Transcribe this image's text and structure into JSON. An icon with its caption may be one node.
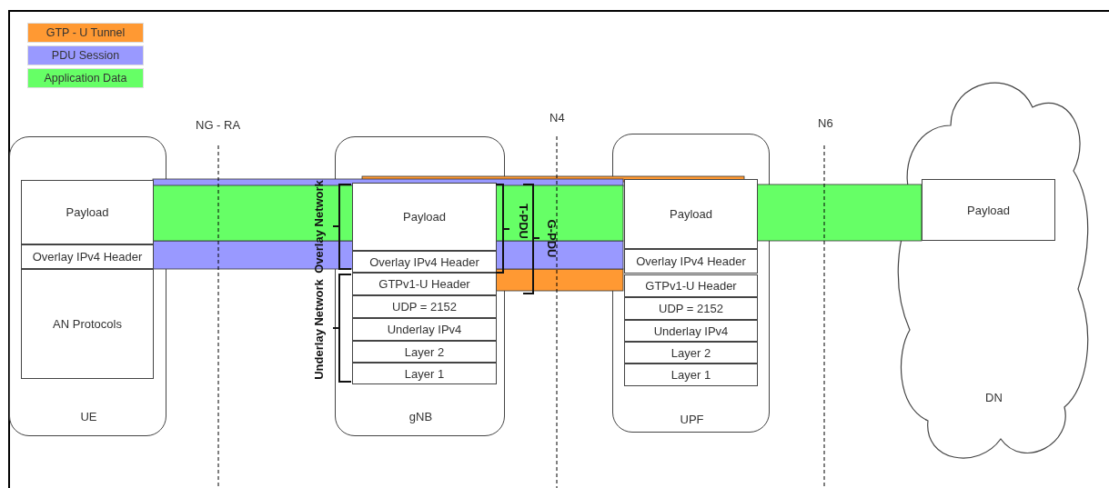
{
  "diagram": {
    "nodes": [
      {
        "text": [
          "UE"
        ]
      },
      {
        "text": [
          "Payload"
        ],
        "in": 0
      },
      {
        "text": [
          "Overlay IPv4 Header"
        ],
        "in": 0
      },
      {
        "text": [
          "AN Protocols"
        ],
        "in": 0
      },
      {
        "text": [
          "gNB"
        ]
      },
      {
        "text": [
          "Payload"
        ],
        "in": 4
      },
      {
        "text": [
          "Overlay IPv4 Header"
        ],
        "in": 4
      },
      {
        "text": [
          "GTPv1-U Header"
        ],
        "in": 4
      },
      {
        "text": [
          "UDP = 2152"
        ],
        "in": 4
      },
      {
        "text": [
          "Underlay IPv4"
        ],
        "in": 4
      },
      {
        "text": [
          "Layer 2"
        ],
        "in": 4
      },
      {
        "text": [
          "Layer 1"
        ],
        "in": 4
      },
      {
        "text": [
          "UPF"
        ]
      },
      {
        "text": [
          "Payload"
        ],
        "in": 12
      },
      {
        "text": [
          "Overlay IPv4 Header"
        ],
        "in": 12
      },
      {
        "text": [
          "GTPv1-U Header"
        ],
        "in": 12
      },
      {
        "text": [
          "UDP = 2152"
        ],
        "in": 12
      },
      {
        "text": [
          "Underlay IPv4"
        ],
        "in": 12
      },
      {
        "text": [
          "Layer 2"
        ],
        "in": 12
      },
      {
        "text": [
          "Layer 1"
        ],
        "in": 12
      },
      {
        "text": [
          "DN"
        ]
      },
      {
        "text": [
          "Payload"
        ],
        "in": 20
      }
    ],
    "labels": [
      "NG - RA",
      "N4",
      "N6",
      "Overlay Network",
      "Underlay Network",
      "T-PDU",
      "G-PDU"
    ],
    "legend": [
      {
        "text": "GTP - U Tunnel",
        "color": "#ff9933"
      },
      {
        "text": "PDU Session",
        "color": "#9999ff"
      },
      {
        "text": "Application Data",
        "color": "#66ff66"
      }
    ]
  }
}
